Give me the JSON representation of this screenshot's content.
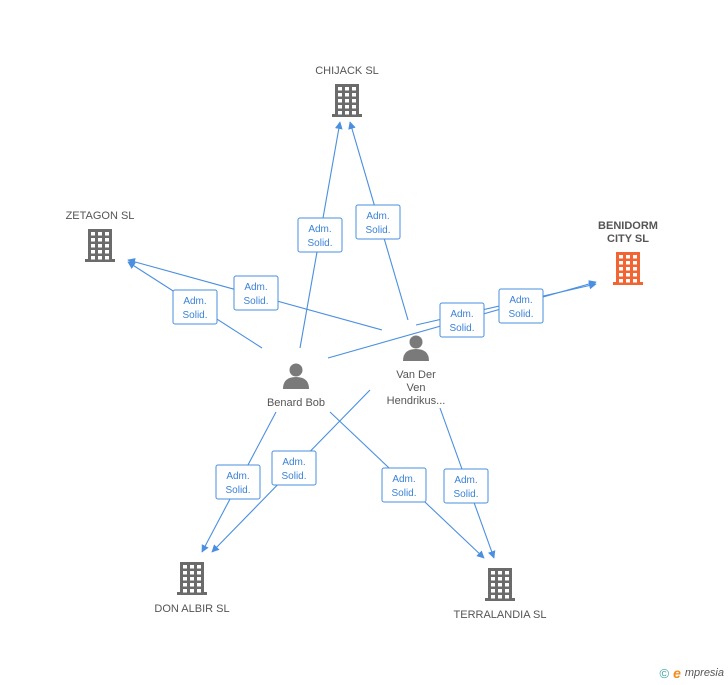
{
  "companies": [
    {
      "id": "chijack",
      "label_lines": [
        "CHIJACK SL"
      ],
      "focus": false
    },
    {
      "id": "zetagon",
      "label_lines": [
        "ZETAGON SL"
      ],
      "focus": false
    },
    {
      "id": "benidorm",
      "label_lines": [
        "BENIDORM",
        "CITY SL"
      ],
      "focus": true
    },
    {
      "id": "donalbir",
      "label_lines": [
        "DON ALBIR SL"
      ],
      "focus": false
    },
    {
      "id": "terralandia",
      "label_lines": [
        "TERRALANDIA SL"
      ],
      "focus": false
    }
  ],
  "people": [
    {
      "id": "benard",
      "label_lines": [
        "Benard Bob"
      ]
    },
    {
      "id": "vander",
      "label_lines": [
        "Van Der",
        "Ven",
        "Hendrikus..."
      ]
    }
  ],
  "edges": [
    {
      "from": "benard",
      "to": "chijack",
      "label": [
        "Adm.",
        "Solid."
      ]
    },
    {
      "from": "vander",
      "to": "chijack",
      "label": [
        "Adm.",
        "Solid."
      ]
    },
    {
      "from": "benard",
      "to": "zetagon",
      "label": [
        "Adm.",
        "Solid."
      ]
    },
    {
      "from": "vander",
      "to": "zetagon",
      "label": [
        "Adm.",
        "Solid."
      ]
    },
    {
      "from": "benard",
      "to": "benidorm",
      "label": [
        "Adm.",
        "Solid."
      ]
    },
    {
      "from": "vander",
      "to": "benidorm",
      "label": [
        "Adm.",
        "Solid."
      ]
    },
    {
      "from": "benard",
      "to": "donalbir",
      "label": [
        "Adm.",
        "Solid."
      ]
    },
    {
      "from": "vander",
      "to": "donalbir",
      "label": [
        "Adm.",
        "Solid."
      ]
    },
    {
      "from": "benard",
      "to": "terralandia",
      "label": [
        "Adm.",
        "Solid."
      ]
    },
    {
      "from": "vander",
      "to": "terralandia",
      "label": [
        "Adm.",
        "Solid."
      ]
    }
  ],
  "colors": {
    "company_icon": "#6b6b6b",
    "focus_icon": "#f26532",
    "person_icon": "#7a7a7a",
    "edge": "#4a8fe0"
  },
  "footer": {
    "copyright_symbol": "©",
    "brand_initial": "e",
    "brand_rest": "mpresia"
  }
}
